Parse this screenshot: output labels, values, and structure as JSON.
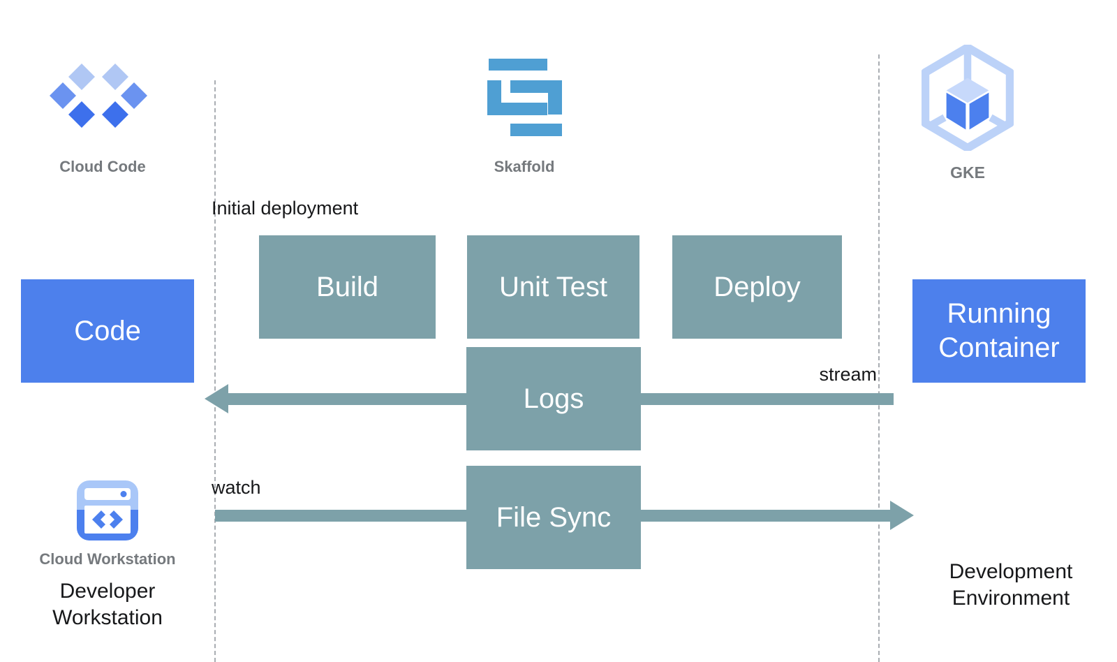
{
  "tools": {
    "cloud_code": "Cloud Code",
    "skaffold": "Skaffold",
    "gke": "GKE",
    "cloud_workstation": "Cloud Workstation"
  },
  "nodes": {
    "code": "Code",
    "build": "Build",
    "unit_test": "Unit Test",
    "deploy": "Deploy",
    "logs": "Logs",
    "file_sync": "File Sync",
    "running_container": "Running Container"
  },
  "annotations": {
    "initial_deployment": "Initial deployment",
    "stream": "stream",
    "watch": "watch"
  },
  "environments": {
    "developer_workstation": {
      "line1": "Developer",
      "line2": "Workstation"
    },
    "development_environment": {
      "line1": "Development",
      "line2": "Environment"
    }
  },
  "colors": {
    "process_box": "#7da1a9",
    "artifact_box": "#4d80ec",
    "skaffold_blue": "#4f9fd3",
    "cloud_blue": "#4c80ee",
    "light_blue": "#aec6f4",
    "medium_blue": "#6b93f0",
    "dark_blue": "#3d70ec",
    "gke_outline": "#bcd2f8",
    "label_gray": "#75797d",
    "dashed_line": "#a9adb2"
  }
}
